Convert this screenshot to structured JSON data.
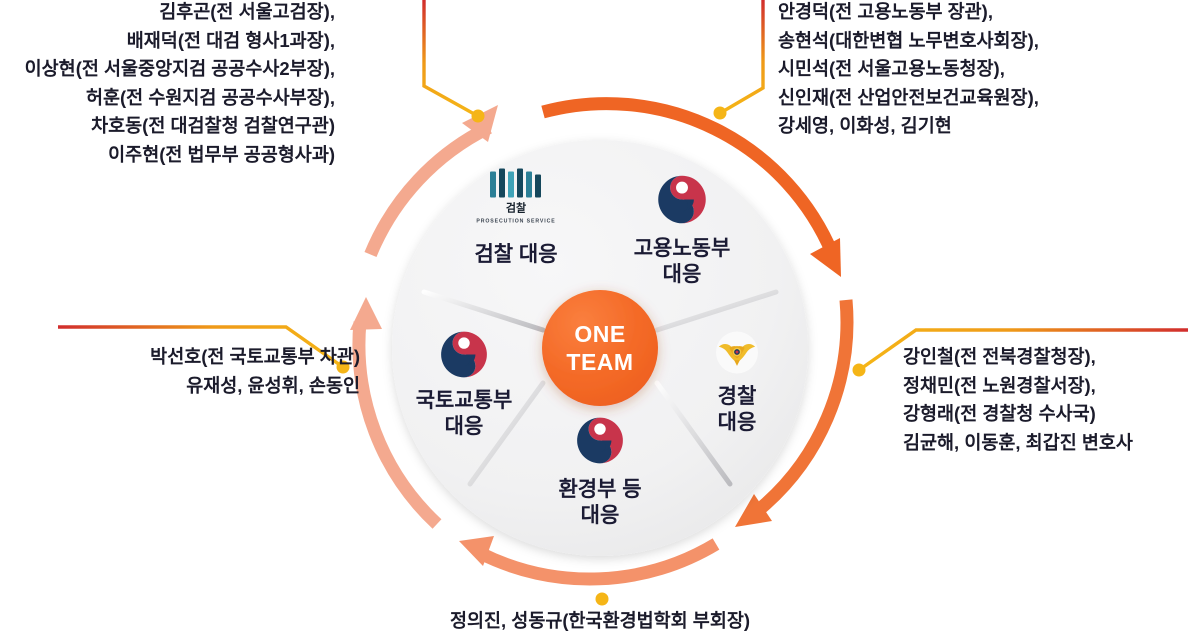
{
  "center": {
    "line1": "ONE",
    "line2": "TEAM",
    "color": "#f26a2b"
  },
  "ring": {
    "color_light": "#f4a285",
    "color_dark": "#ef6524"
  },
  "connector": {
    "color_start": "#d32f2f",
    "color_end": "#f5b517",
    "dot_color": "#f5b517"
  },
  "segments": [
    {
      "id": "prosecution",
      "label_line1": "검찰 대응",
      "label_line2": "",
      "emblem": "prosecution-service-logo"
    },
    {
      "id": "labor",
      "label_line1": "고용노동부",
      "label_line2": "대응",
      "emblem": "korea-government-taegeuk-emblem"
    },
    {
      "id": "police",
      "label_line1": "경찰",
      "label_line2": "대응",
      "emblem": "korean-police-eagle-emblem"
    },
    {
      "id": "environment",
      "label_line1": "환경부 등",
      "label_line2": "대응",
      "emblem": "korea-government-taegeuk-emblem"
    },
    {
      "id": "land",
      "label_line1": "국토교통부",
      "label_line2": "대응",
      "emblem": "korea-government-taegeuk-emblem"
    }
  ],
  "emblem_text": {
    "prosecution_kr": "검찰",
    "prosecution_en": "PROSECUTION SERVICE"
  },
  "callouts": {
    "prosecution": {
      "lines": [
        "김후곤(전 서울고검장),",
        "배재덕(전 대검 형사1과장),",
        "이상현(전 서울중앙지검 공공수사2부장),",
        "허훈(전 수원지검 공공수사부장),",
        "차호동(전 대검찰청 검찰연구관)",
        "이주현(전 법무부 공공형사과)"
      ]
    },
    "labor": {
      "lines": [
        "안경덕(전 고용노동부 장관),",
        "송현석(대한변협 노무변호사회장),",
        "시민석(전 서울고용노동청장),",
        "신인재(전 산업안전보건교육원장),",
        "강세영, 이화성, 김기현"
      ]
    },
    "police": {
      "lines": [
        "강인철(전 전북경찰청장),",
        "정채민(전 노원경찰서장),",
        "강형래(전 경찰청 수사국)",
        "김균해, 이동훈, 최갑진 변호사"
      ]
    },
    "land": {
      "lines": [
        "박선호(전 국토교통부 차관)",
        "유재성, 윤성휘, 손동인"
      ]
    },
    "environment": {
      "lines": [
        "정의진, 성동규(한국환경법학회 부회장)"
      ]
    }
  }
}
